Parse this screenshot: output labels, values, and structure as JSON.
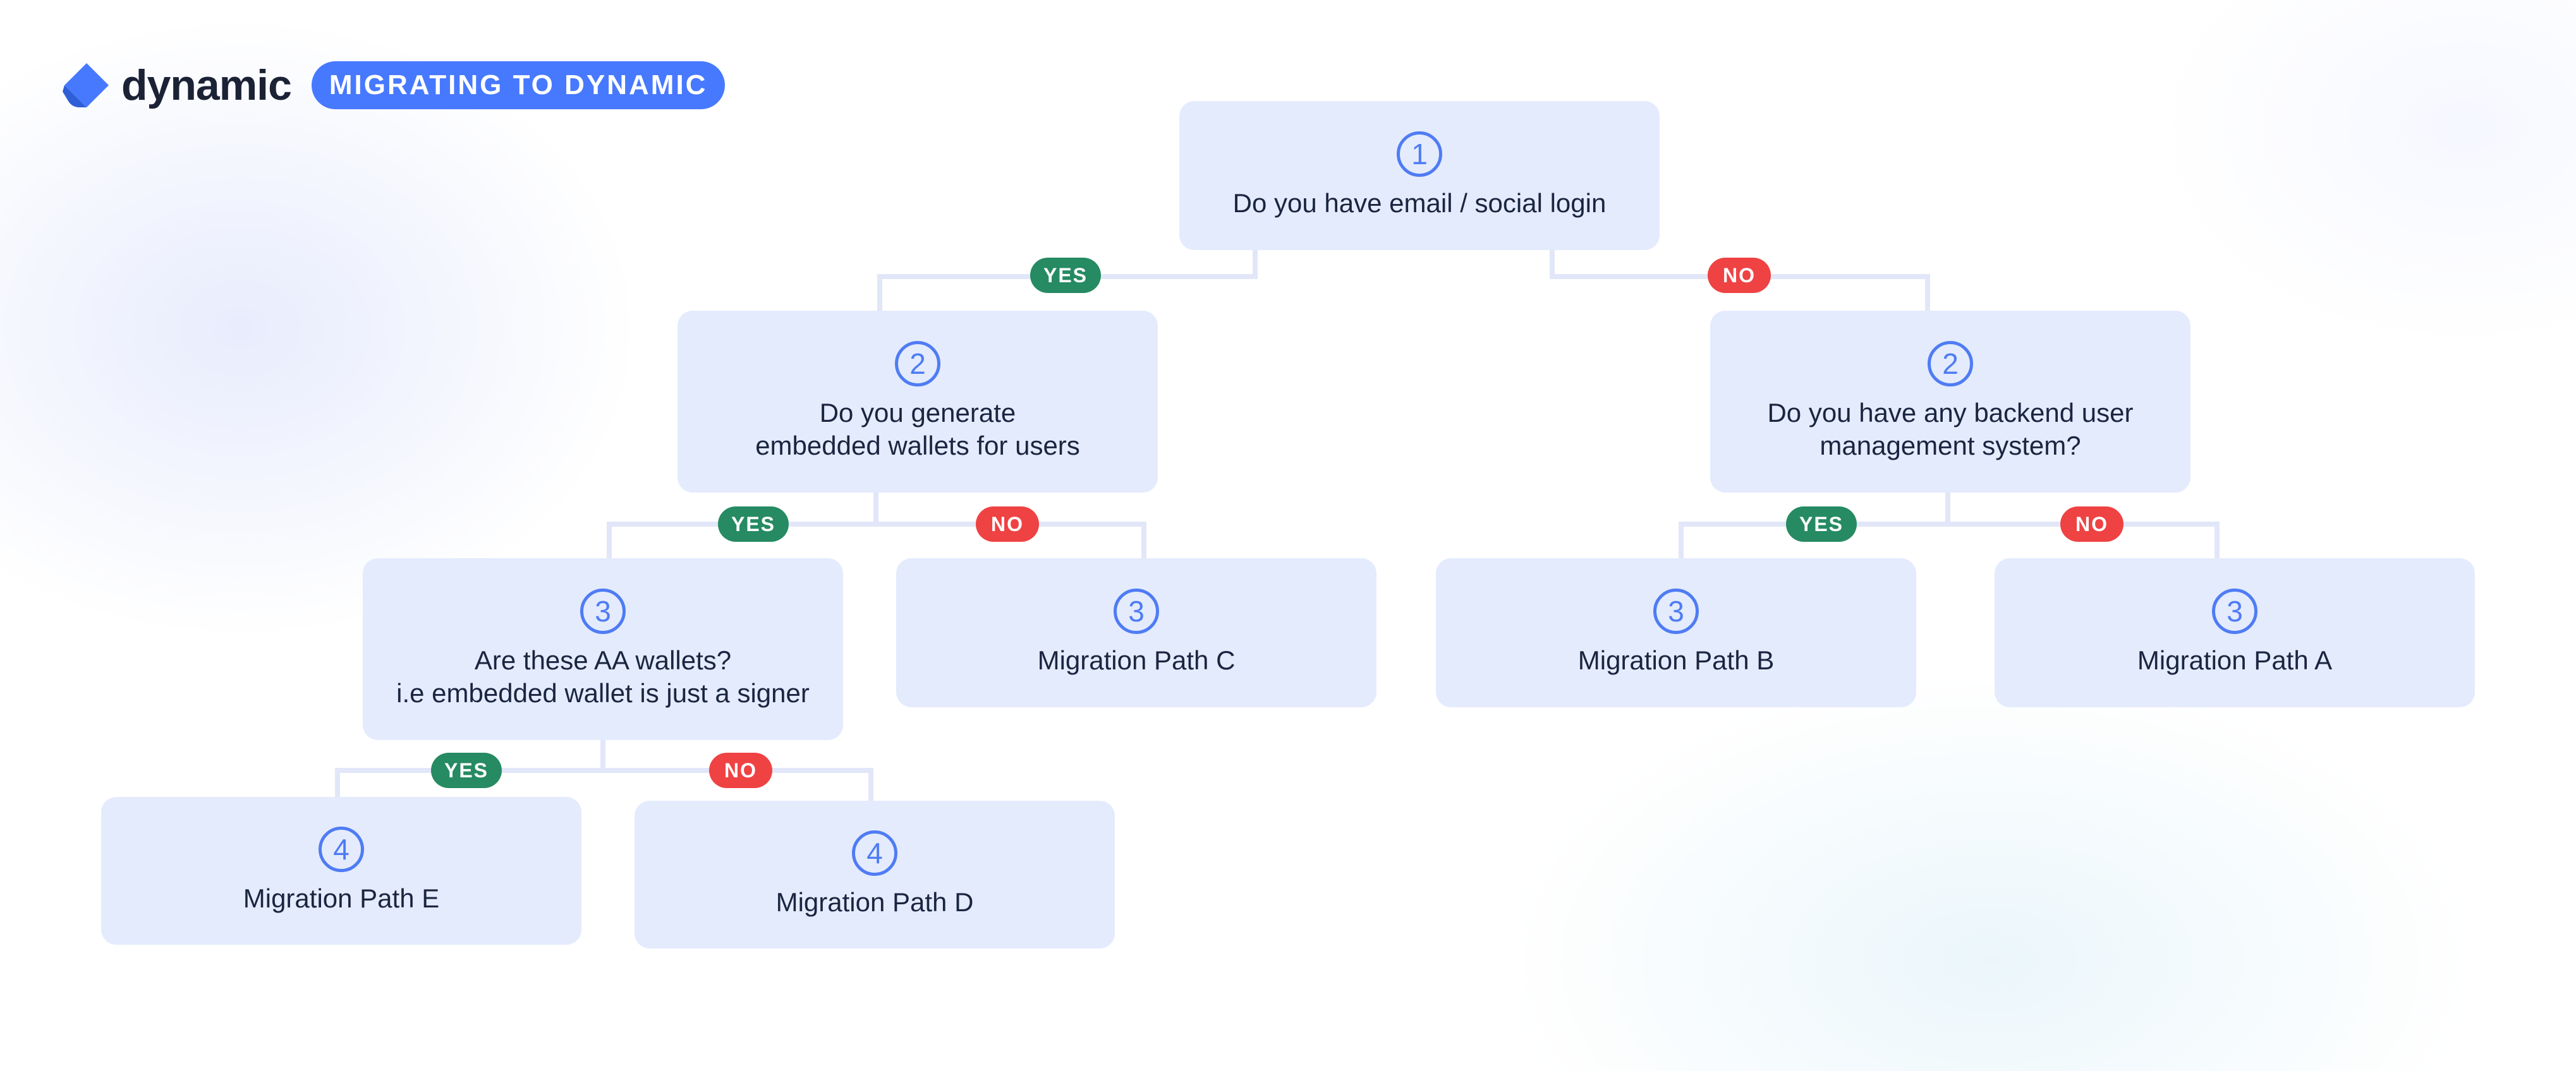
{
  "brand": {
    "name": "dynamic",
    "badge": "MIGRATING TO DYNAMIC",
    "accent_color": "#4779ff",
    "logo_icon": "dynamic-logo-icon"
  },
  "colors": {
    "node_background": "#e4ebfd",
    "number_color": "#4f7cf4",
    "yes_color": "#268a63",
    "no_color": "#ef4243",
    "connector_color": "#e1e7f8"
  },
  "nodes": {
    "q1": {
      "step": "1",
      "text": "Do you have email / social login"
    },
    "q2_yes": {
      "step": "2",
      "text": "Do you generate\nembedded wallets for users"
    },
    "q2_no": {
      "step": "2",
      "text": "Do you have any backend user\nmanagement system?"
    },
    "q3_aa": {
      "step": "3",
      "text": "Are these AA wallets?\ni.e embedded wallet is just a signer"
    },
    "path_c": {
      "step": "3",
      "text": "Migration Path C"
    },
    "path_b": {
      "step": "3",
      "text": "Migration Path B"
    },
    "path_a": {
      "step": "3",
      "text": "Migration Path A"
    },
    "path_e": {
      "step": "4",
      "text": "Migration Path E"
    },
    "path_d": {
      "step": "4",
      "text": "Migration Path D"
    }
  },
  "labels": {
    "yes": "YES",
    "no": "NO"
  }
}
